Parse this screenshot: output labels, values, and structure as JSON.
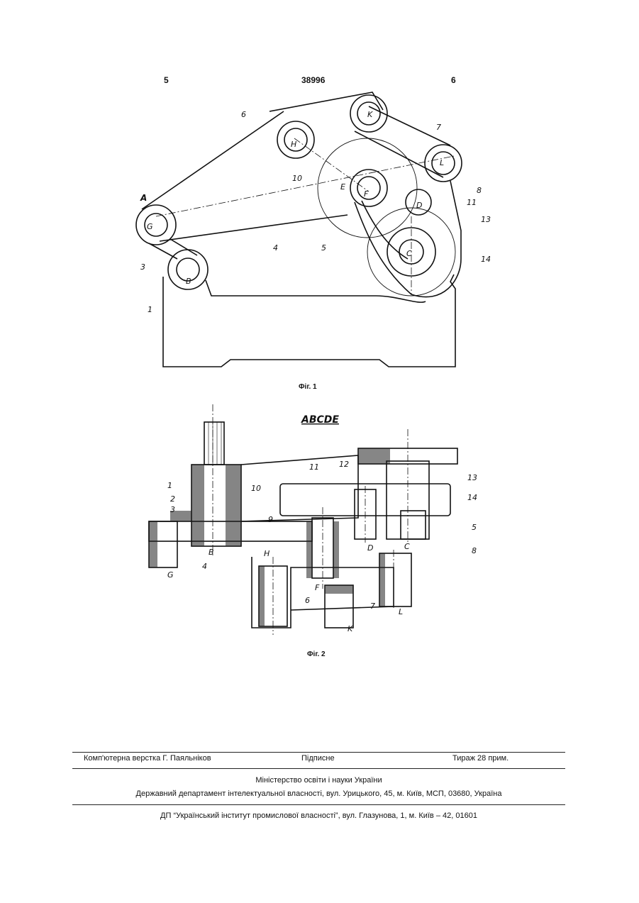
{
  "header": {
    "page_left": "5",
    "patent_number": "38996",
    "page_right": "6"
  },
  "figure1": {
    "caption": "Фіг. 1",
    "point_labels": [
      "A",
      "G",
      "B",
      "H",
      "K",
      "L",
      "E",
      "F",
      "D",
      "C"
    ],
    "part_labels": [
      "1",
      "3",
      "4",
      "5",
      "6",
      "7",
      "8",
      "10",
      "11",
      "13",
      "14"
    ]
  },
  "figure2": {
    "caption": "Фіг. 2",
    "section_title": "ABCDE",
    "point_labels": [
      "G",
      "B",
      "H",
      "F",
      "D",
      "C",
      "K",
      "L"
    ],
    "part_labels": [
      "1",
      "2",
      "3",
      "4",
      "5",
      "6",
      "7",
      "8",
      "9",
      "10",
      "11",
      "12",
      "13",
      "14"
    ]
  },
  "footer": {
    "typesetting": "Комп'ютерна верстка Г. Паяльніков",
    "signed": "Підписне",
    "circulation": "Тираж 28 прим.",
    "ministry": "Міністерство освіти і науки України",
    "department": "Державний департамент інтелектуальної власності, вул. Урицького, 45, м. Київ, МСП, 03680, Україна",
    "institute": "ДП “Український інститут промислової власності”, вул. Глазунова, 1, м. Київ – 42, 01601"
  }
}
